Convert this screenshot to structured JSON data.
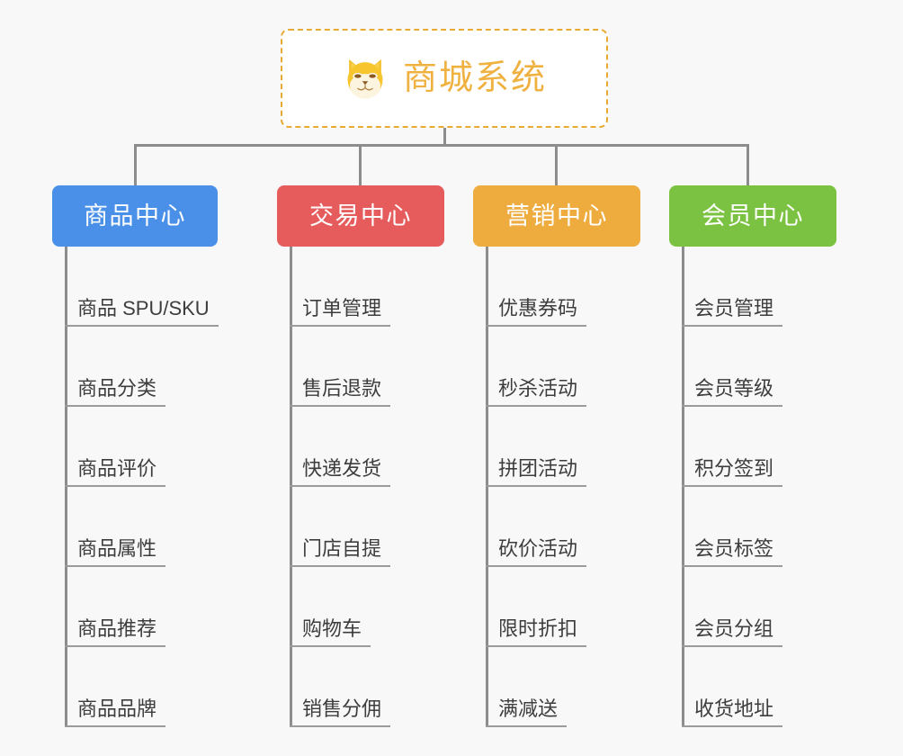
{
  "page": {
    "background_color": "#f8f8f8",
    "connector_color": "#8d8d8d",
    "leaf_rule_color": "#9b9b9b",
    "leaf_text_color": "#3d3d3d"
  },
  "root": {
    "title": "商城系统",
    "icon": "shiba-dog-icon",
    "text_color": "#efb140",
    "border_color": "#e8aa33",
    "background_color": "#ffffff"
  },
  "columns": [
    {
      "header": {
        "label": "商品中心",
        "color": "#4a90e8",
        "text_color": "#ffffff"
      },
      "items": [
        {
          "label": "商品 SPU/SKU"
        },
        {
          "label": "商品分类"
        },
        {
          "label": "商品评价"
        },
        {
          "label": "商品属性"
        },
        {
          "label": "商品推荐"
        },
        {
          "label": "商品品牌"
        }
      ]
    },
    {
      "header": {
        "label": "交易中心",
        "color": "#e65c5c",
        "text_color": "#ffffff"
      },
      "items": [
        {
          "label": "订单管理"
        },
        {
          "label": "售后退款"
        },
        {
          "label": "快递发货"
        },
        {
          "label": "门店自提"
        },
        {
          "label": "购物车"
        },
        {
          "label": "销售分佣"
        }
      ]
    },
    {
      "header": {
        "label": "营销中心",
        "color": "#eeab3e",
        "text_color": "#ffffff"
      },
      "items": [
        {
          "label": "优惠券码"
        },
        {
          "label": "秒杀活动"
        },
        {
          "label": "拼团活动"
        },
        {
          "label": "砍价活动"
        },
        {
          "label": "限时折扣"
        },
        {
          "label": "满减送"
        }
      ]
    },
    {
      "header": {
        "label": "会员中心",
        "color": "#7cc242",
        "text_color": "#ffffff"
      },
      "items": [
        {
          "label": "会员管理"
        },
        {
          "label": "会员等级"
        },
        {
          "label": "积分签到"
        },
        {
          "label": "会员标签"
        },
        {
          "label": "会员分组"
        },
        {
          "label": "收货地址"
        }
      ]
    }
  ]
}
